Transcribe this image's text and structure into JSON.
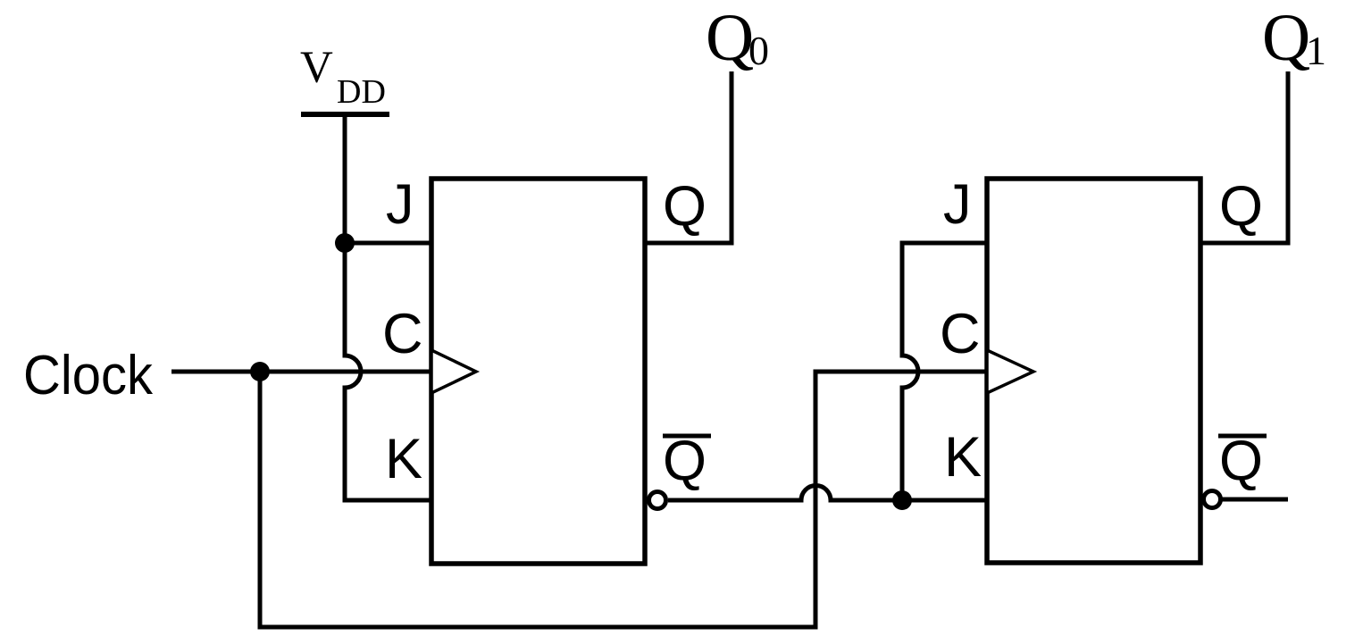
{
  "diagram": {
    "clock": {
      "label": "Clock"
    },
    "power": {
      "base": "V",
      "sub": "DD"
    },
    "outputs": {
      "q0": {
        "base": "Q",
        "sub": "0"
      },
      "q1": {
        "base": "Q",
        "sub": "1"
      }
    },
    "ff1": {
      "j": "J",
      "c": "C",
      "k": "K",
      "q": "Q",
      "qbar": "Q"
    },
    "ff2": {
      "j": "J",
      "c": "C",
      "k": "K",
      "q": "Q",
      "qbar": "Q"
    },
    "colors": {
      "line": "#000000",
      "background": "#ffffff"
    }
  }
}
